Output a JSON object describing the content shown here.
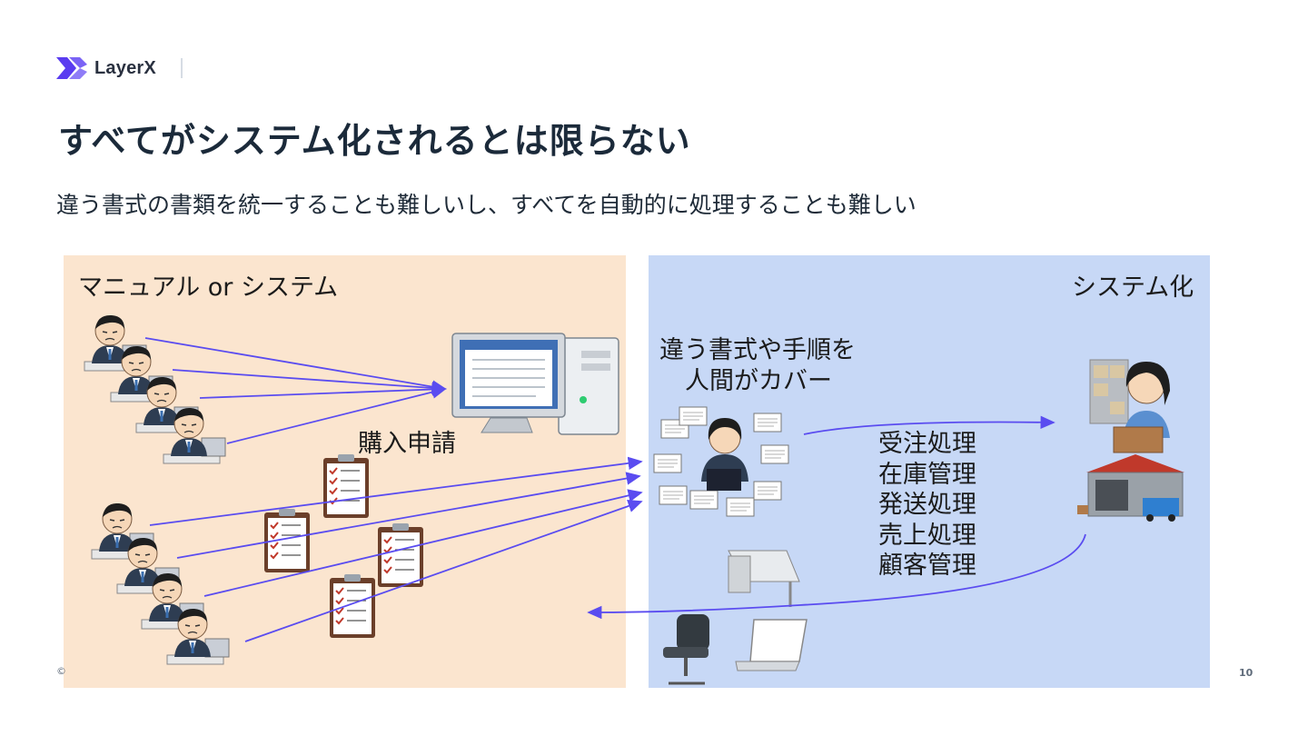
{
  "logo": {
    "text": "LayerX"
  },
  "title": "すべてがシステム化されるとは限らない",
  "subtitle": "違う書式の書類を統一することも難しいし、すべてを自動的に処理することも難しい",
  "left_panel": {
    "label": "マニュアル or システム",
    "purchase_label": "購入申請"
  },
  "right_panel": {
    "label": "システム化",
    "cover_line1": "違う書式や手順を",
    "cover_line2": "人間がカバー",
    "processes": [
      "受注処理",
      "在庫管理",
      "発送処理",
      "売上処理",
      "顧客管理"
    ]
  },
  "footer": {
    "copyright": "©",
    "page": "10"
  },
  "colors": {
    "arrow": "#5a4cf0",
    "left_bg": "#fbe5cf",
    "right_bg": "#c7d8f6",
    "suit": "#2e3d52"
  }
}
